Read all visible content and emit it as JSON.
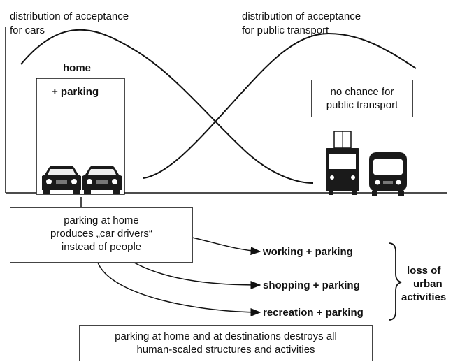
{
  "curves": {
    "cars_label_line1": "distribution of acceptance",
    "cars_label_line2": "for cars",
    "transport_label_line1": "distribution of acceptance",
    "transport_label_line2": "for public transport"
  },
  "home_building": {
    "title": "home",
    "subtitle": "+ parking"
  },
  "no_chance_box": {
    "line1": "no chance for",
    "line2": "public transport"
  },
  "parking_home_box": {
    "line1": "parking at home",
    "line2": "produces „car drivers“",
    "line3": "instead of people"
  },
  "destinations": [
    "working + parking",
    "shopping + parking",
    "recreation + parking"
  ],
  "loss_label": {
    "line1": "loss of",
    "line2": "urban",
    "line3": "activities"
  },
  "bottom_box": {
    "line1": "parking at home and at destinations destroys all",
    "line2": "human-scaled structures and activities"
  },
  "icons": [
    "car-icon",
    "car-icon",
    "tram-icon",
    "bus-icon"
  ],
  "colors": {
    "ink": "#111111",
    "vehicle": "#1a1a1a",
    "box_border": "#444444"
  }
}
